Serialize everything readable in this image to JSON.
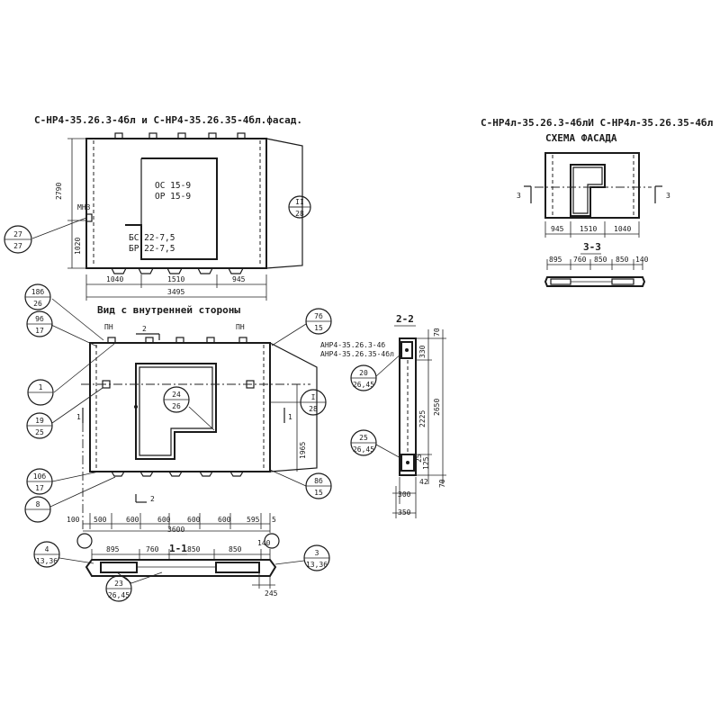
{
  "titles": {
    "facade_left": "С-НР4-35.26.3-4бл и С-НР4-35.26.35-4бл.фасад.",
    "facade_right": "С-НР4л-35.26.3-4блИ С-НР4л-35.26.35-4бл",
    "scheme_right": "СХЕМА ФАСАДА",
    "inner_view": "Вид с внутренней стороны",
    "section_11": "1-1",
    "section_22": "2-2",
    "section_33": "3-3",
    "anchor_1": "АНР4-35.26.3-4б",
    "anchor_2": "АНР4-35.26.35-4бл"
  },
  "openings": {
    "window_1": "ОС 15-9",
    "window_2": "ОР 15-9",
    "door_1": "БС 22-7,5",
    "door_2": "БР 22-7,5"
  },
  "labels": {
    "mn3": "МН3",
    "pn_left": "ПН",
    "pn_right": "ПН",
    "cut_2_top": "2",
    "cut_2_bottom": "2",
    "cut_1_left": "1",
    "cut_1_right": "1",
    "cut_3_left": "3",
    "cut_3_right": "3"
  },
  "callouts": {
    "c27": {
      "top": "27",
      "bottom": "27"
    },
    "cII_top": {
      "top": "II",
      "bottom": "28"
    },
    "c18": {
      "top": "18б",
      "bottom": "26"
    },
    "c9": {
      "top": "9б",
      "bottom": "17"
    },
    "c1": {
      "top": "1",
      "bottom": ""
    },
    "c19": {
      "top": "19",
      "bottom": "25"
    },
    "c10": {
      "top": "10б",
      "bottom": "17"
    },
    "c8": {
      "top": "8",
      "bottom": ""
    },
    "c7": {
      "top": "7б",
      "bottom": "15"
    },
    "cI": {
      "top": "I",
      "bottom": "28"
    },
    "c8b": {
      "top": "8б",
      "bottom": "15"
    },
    "c24": {
      "top": "24",
      "bottom": "26"
    },
    "c4": {
      "top": "4",
      "bottom": "13,36"
    },
    "c3": {
      "top": "3",
      "bottom": "13,36"
    },
    "c23": {
      "top": "23",
      "bottom": "26,45"
    },
    "c20": {
      "top": "20",
      "bottom": "26,45"
    },
    "c25": {
      "top": "25",
      "bottom": "26,45"
    }
  },
  "dimensions": {
    "facade_h_total": "2790",
    "facade_h_lower": "1020",
    "facade_w1": "1040",
    "facade_w2": "1510",
    "facade_w3": "945",
    "facade_w_total": "3495",
    "inner_d1": "100",
    "inner_d2": "500",
    "inner_d3": "600",
    "inner_d4": "600",
    "inner_d5": "600",
    "inner_d6": "600",
    "inner_d7": "595",
    "inner_d8": "5",
    "inner_total": "3600",
    "inner_h": "1965",
    "s11_a": "895",
    "s11_b": "760",
    "s11_c": "850",
    "s11_d": "850",
    "s11_e": "140",
    "s11_f": "245",
    "s22_top": "70",
    "s22_a": "330",
    "s22_b": "2225",
    "s22_total": "2650",
    "s22_c": "25",
    "s22_d": "125",
    "s22_bottom": "70",
    "s22_e": "42",
    "s22_w1": "300",
    "s22_w2": "350",
    "scheme_w1": "945",
    "scheme_w2": "1510",
    "scheme_w3": "1040",
    "s33_a": "895",
    "s33_b": "760",
    "s33_c": "850",
    "s33_d": "850",
    "s33_e": "140"
  }
}
